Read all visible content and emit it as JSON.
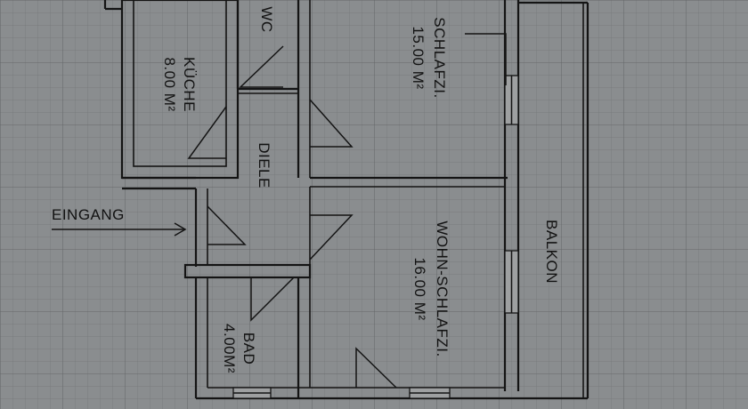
{
  "rooms": {
    "kueche": {
      "name": "KÜCHE",
      "area": "8.00 M²"
    },
    "wc": {
      "name": "WC"
    },
    "schlafzi": {
      "name": "SCHLAFZI.",
      "area": "15.00 M²"
    },
    "diele": {
      "name": "DIELE"
    },
    "wohn_schlafzi": {
      "name": "WOHN-SCHLAFZI.",
      "area": "16.00 M²"
    },
    "bad": {
      "name": "BAD",
      "area": "4.00M²"
    },
    "balkon": {
      "name": "BALKON"
    }
  },
  "entrance": {
    "label": "EINGANG"
  },
  "colors": {
    "paper": "#8a8d8f",
    "grid": "#6f7274",
    "ink": "#141414"
  }
}
